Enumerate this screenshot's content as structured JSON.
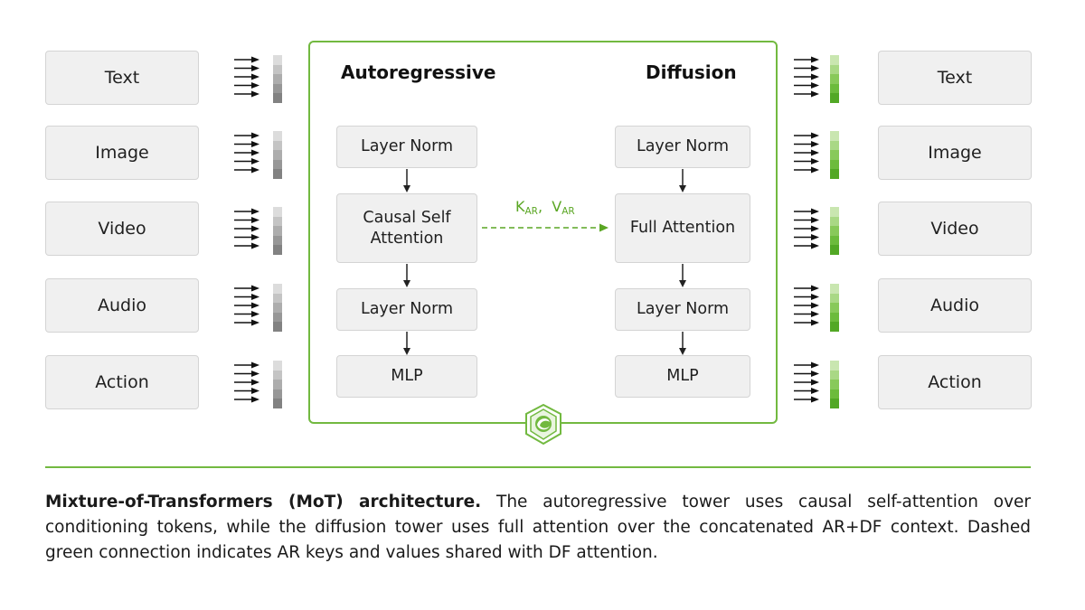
{
  "inputs": [
    "Text",
    "Image",
    "Video",
    "Audio",
    "Action"
  ],
  "outputs": [
    "Text",
    "Image",
    "Video",
    "Audio",
    "Action"
  ],
  "ar_tower": {
    "title": "Autoregressive",
    "blocks": [
      "Layer Norm",
      "Causal Self Attention",
      "Layer Norm",
      "MLP"
    ]
  },
  "df_tower": {
    "title": "Diffusion",
    "blocks": [
      "Layer Norm",
      "Full Attention",
      "Layer Norm",
      "MLP"
    ]
  },
  "connection": {
    "k": "K",
    "k_sub": "AR",
    "sep": ",",
    "v": "V",
    "v_sub": "AR"
  },
  "caption": {
    "bold": "Mixture-of-Transformers (MoT) architecture.",
    "text": " The autoregressive tower uses causal self-attention over conditioning tokens, while the diffusion tower uses full attention over the concatenated AR+DF context. Dashed green connection indicates AR keys and values shared with DF attention."
  },
  "colors": {
    "accent_green": "#72b940",
    "input_token_shades": [
      "#dcdcdc",
      "#c4c4c4",
      "#adadad",
      "#979797",
      "#828282"
    ],
    "output_token_shades": [
      "#c9e6b0",
      "#a9d885",
      "#88c95a",
      "#6cbb3c",
      "#52a825"
    ]
  },
  "icons": {
    "logo": "cube-swirl-icon",
    "flow": "arrow-icon"
  }
}
